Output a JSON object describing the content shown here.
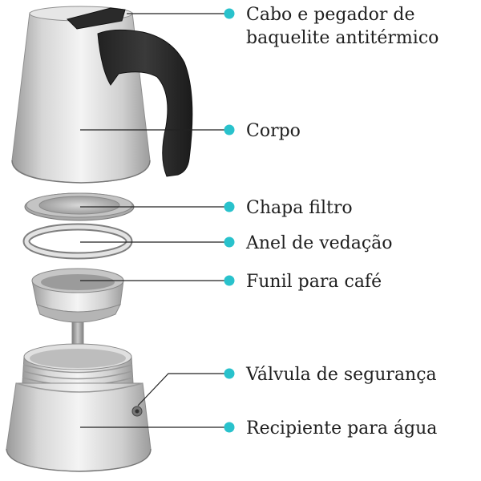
{
  "labels": [
    {
      "key": "handle",
      "lines": [
        "Cabo e pegador de",
        "baquelite antitérmico"
      ]
    },
    {
      "key": "body",
      "lines": [
        "Corpo"
      ]
    },
    {
      "key": "filter-plate",
      "lines": [
        "Chapa filtro"
      ]
    },
    {
      "key": "sealing-ring",
      "lines": [
        "Anel de vedação"
      ]
    },
    {
      "key": "coffee-funnel",
      "lines": [
        "Funil para café"
      ]
    },
    {
      "key": "safety-valve",
      "lines": [
        "Válvula de segurança"
      ]
    },
    {
      "key": "water-reservoir",
      "lines": [
        "Recipiente para água"
      ]
    }
  ],
  "colors": {
    "marker": "#29c2cc",
    "leader": "#222222",
    "handle": "#2b2b2b",
    "metal_light": "#e8e8e8",
    "metal_dark": "#8a8a8a"
  }
}
